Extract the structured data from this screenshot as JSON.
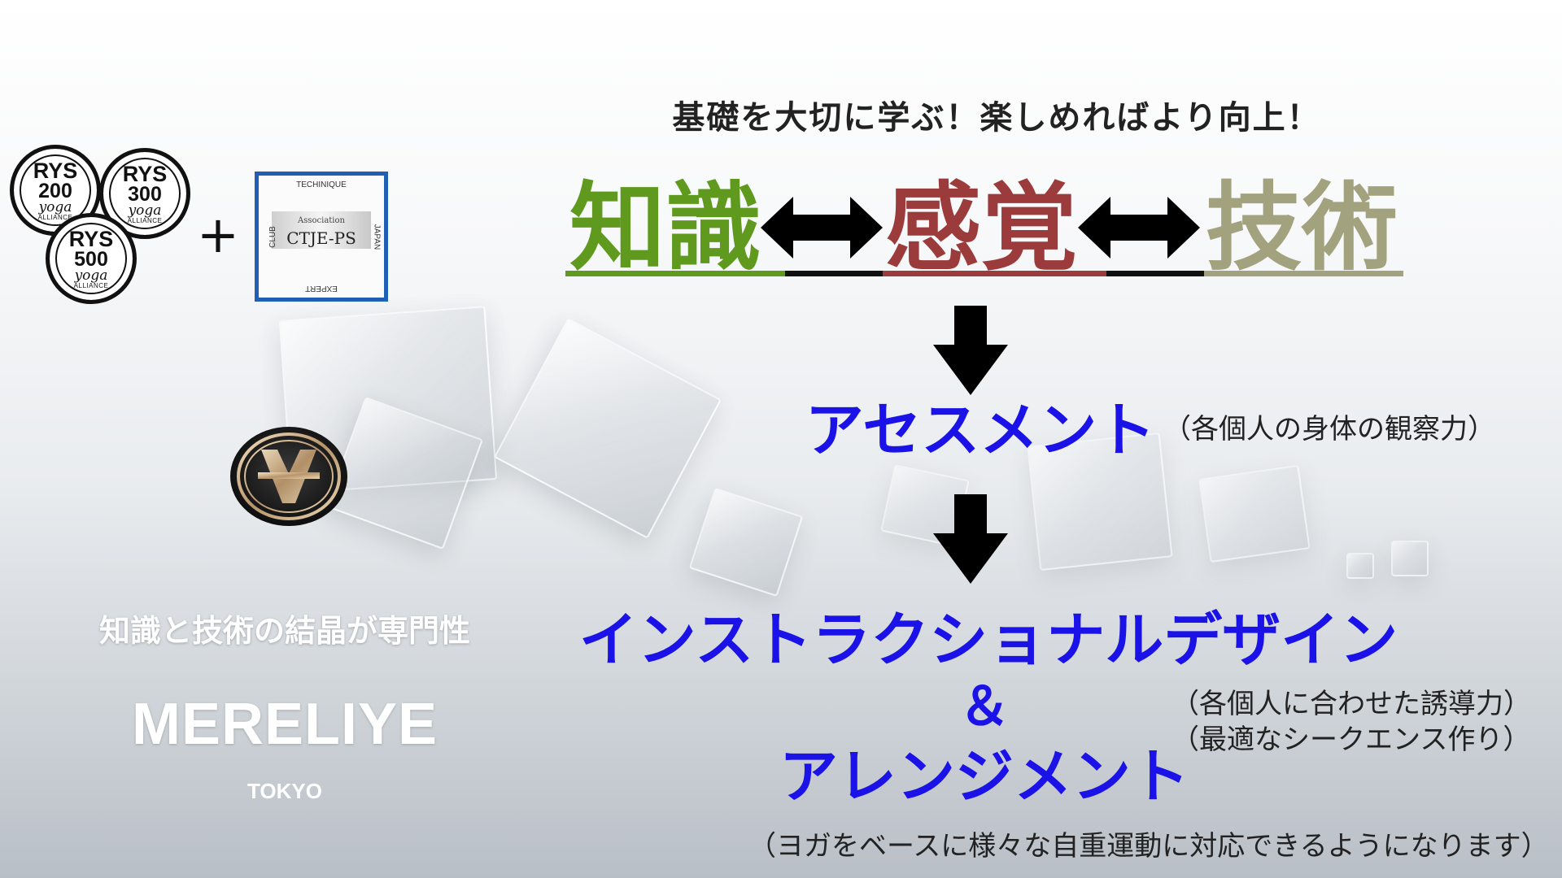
{
  "badges": [
    {
      "rys": "RYS",
      "num": "200",
      "yoga": "yoga",
      "alliance": "ALLIANCE"
    },
    {
      "rys": "RYS",
      "num": "300",
      "yoga": "yoga",
      "alliance": "ALLIANCE"
    },
    {
      "rys": "RYS",
      "num": "500",
      "yoga": "yoga",
      "alliance": "ALLIANCE"
    }
  ],
  "plus": "+",
  "ctje": {
    "top": "TECHINIQUE",
    "bottom": "EXPERT",
    "left": "CLUB",
    "right": "JAPAN",
    "association": "Association",
    "name": "CTJE-PS"
  },
  "left": {
    "tagline": "知識と技術の結晶が専門性",
    "brand": "MERELIYE",
    "city": "TOKYO"
  },
  "headline": "基礎を大切に学ぶ！楽しめればより向上！",
  "triad": {
    "word1": "知識",
    "word2": "感覚",
    "word3": "技術",
    "colors": {
      "word1": "#5f9a1f",
      "word2": "#9b3b3b",
      "word3": "#a3a27e",
      "arrow": "#000000"
    }
  },
  "assessment": {
    "title": "アセスメント",
    "note": "（各個人の身体の観察力）"
  },
  "design": {
    "line1": "インストラクショナルデザイン",
    "amp": "＆",
    "line2": "アレンジメント",
    "note1": "（各個人に合わせた誘導力）",
    "note2": "（最適なシークエンス作り）",
    "footer": "（ヨガをベースに様々な自重運動に対応できるようになります）"
  },
  "accent_blue": "#1a12e6"
}
